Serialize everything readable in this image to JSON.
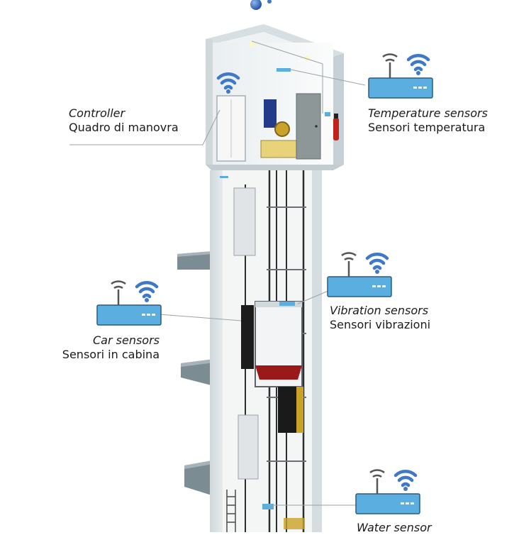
{
  "labels": {
    "controller": {
      "en": "Controller",
      "it": "Quadro di manovra"
    },
    "temperature": {
      "en": "Temperature sensors",
      "it": "Sensori temperatura"
    },
    "vibration": {
      "en": "Vibration sensors",
      "it": "Sensori vibrazioni"
    },
    "car": {
      "en": "Car sensors",
      "it": "Sensori in cabina"
    },
    "water": {
      "en": "Water sensor"
    }
  },
  "icons": [
    "wifi-icon",
    "router-icon",
    "elevator-shaft-illustration",
    "fire-extinguisher-icon"
  ],
  "colors": {
    "wifi_blue": "#3e78c8",
    "router_blue": "#5aaee0",
    "shaft_white": "#f4f6f6",
    "floor_slate": "#7c8c93",
    "cabin_red": "#9a1a1a"
  }
}
